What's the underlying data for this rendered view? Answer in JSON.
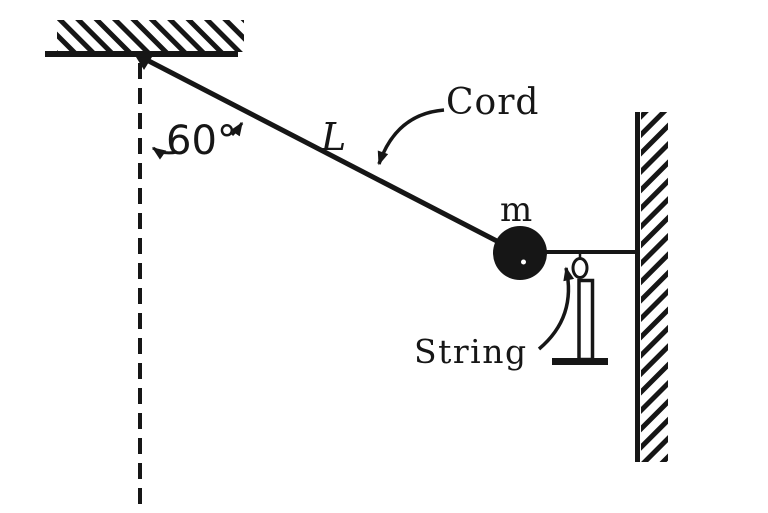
{
  "colors": {
    "ink": "#161616",
    "paper": "#ffffff"
  },
  "diagram": {
    "angle_label": "60°",
    "cord_length_label": "L",
    "cord_label": "Cord",
    "mass_label": "m",
    "string_label": "String"
  },
  "elements": [
    "hatched-ceiling-support",
    "pivot-point",
    "cord-inclined-60-degrees-from-vertical",
    "vertical-dashed-reference-line",
    "black-ball-mass",
    "horizontal-string-to-wall",
    "candle-under-string",
    "hatched-wall-support"
  ]
}
